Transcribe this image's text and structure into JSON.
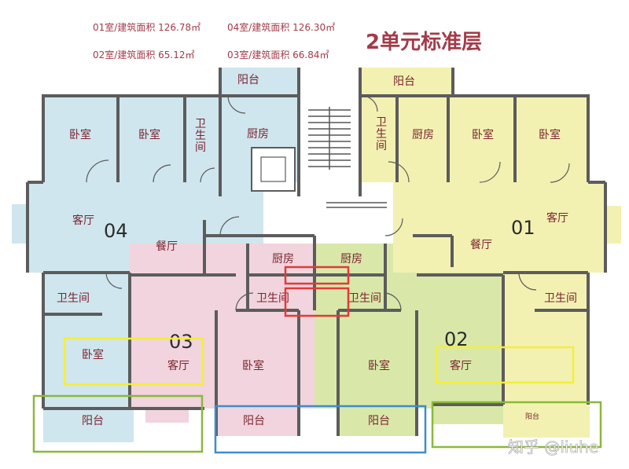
{
  "areas": {
    "u01": "01室/建筑面积 126.78㎡",
    "u04": "04室/建筑面积 126.30㎡",
    "u02": "02室/建筑面积 65.12㎡",
    "u03": "03室/建筑面积 66.84㎡"
  },
  "title": "2单元标准层",
  "units": {
    "u01": "01",
    "u02": "02",
    "u03": "03",
    "u04": "04"
  },
  "rooms": {
    "balcony": "阳台",
    "bedroom": "卧室",
    "kitchen": "厨房",
    "living": "客厅",
    "dining": "餐厅",
    "bath": "卫生间",
    "bath_v1": "卫",
    "bath_v2": "生",
    "bath_v3": "间"
  },
  "watermark": "知乎 @liuhe",
  "colors": {
    "unit04": "#cfe6ee",
    "unit01": "#f2f1b2",
    "unit03": "#f1d4dd",
    "unit02": "#d9e8a9",
    "core": "#ffffff",
    "highlight_red": "#e03a3a",
    "highlight_yellow": "#f4ee3a",
    "highlight_green": "#8ab83a",
    "highlight_blue": "#3f8ccc"
  }
}
